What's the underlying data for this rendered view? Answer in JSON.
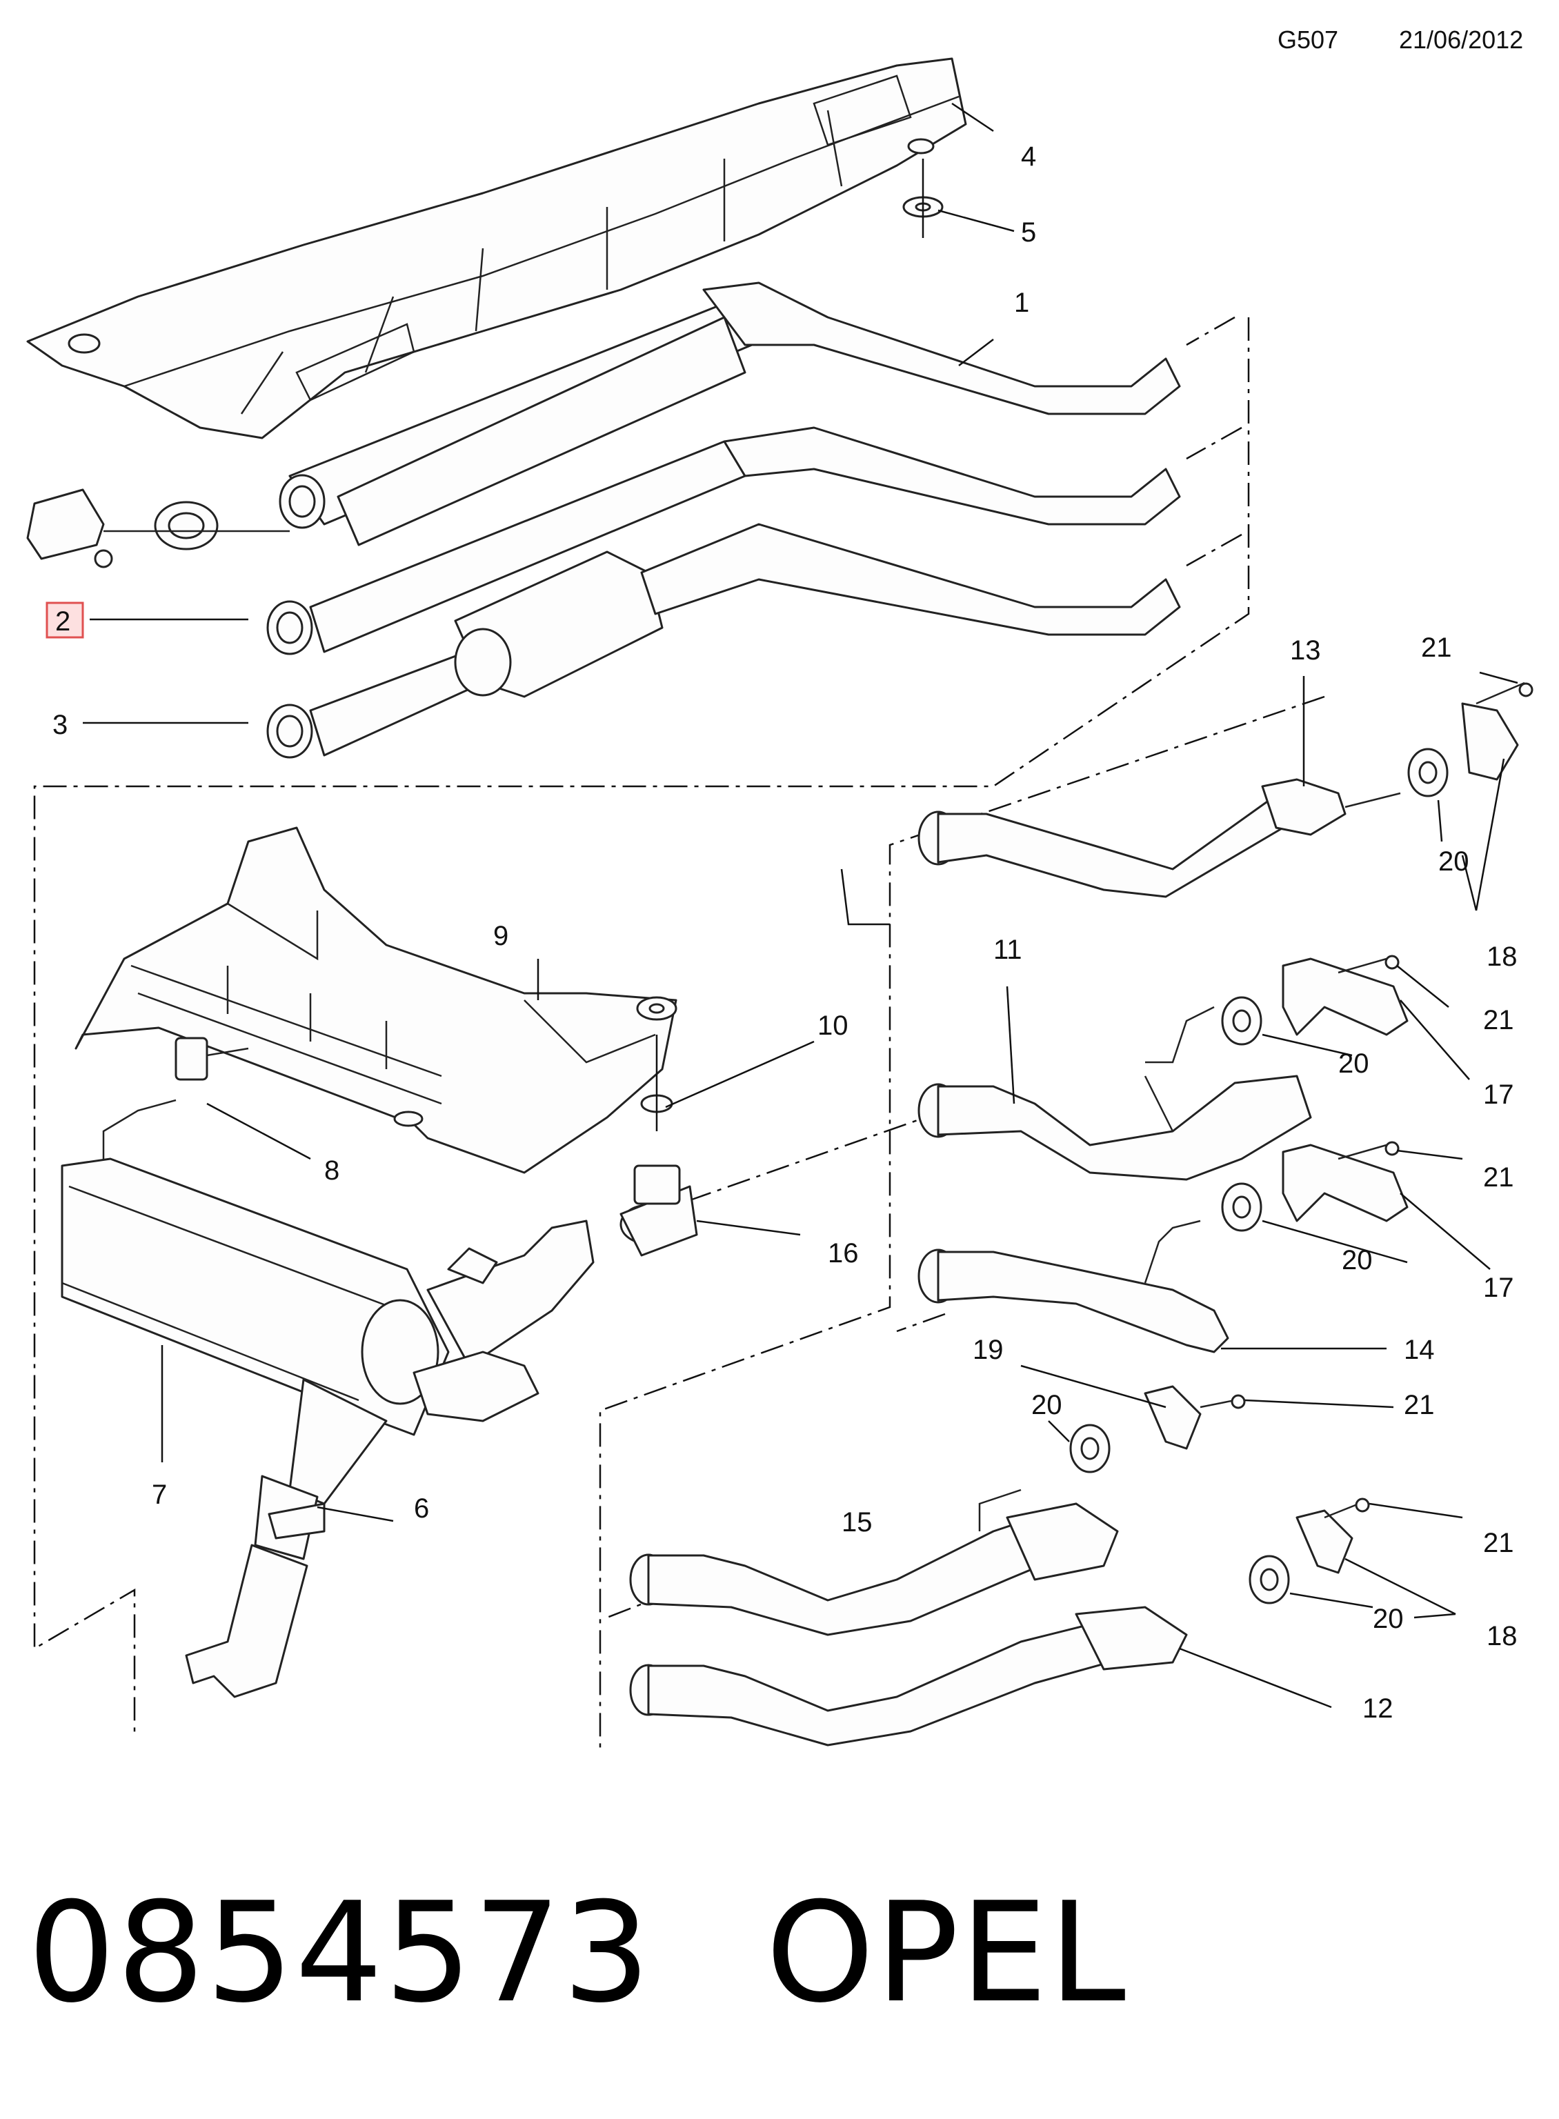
{
  "header": {
    "code": "G507",
    "date": "21/06/2012"
  },
  "callouts": [
    {
      "id": "c1",
      "label": "1"
    },
    {
      "id": "c2",
      "label": "2",
      "highlighted": true,
      "highlight_color": "#e05050"
    },
    {
      "id": "c3",
      "label": "3"
    },
    {
      "id": "c4",
      "label": "4"
    },
    {
      "id": "c5",
      "label": "5"
    },
    {
      "id": "c6",
      "label": "6"
    },
    {
      "id": "c7",
      "label": "7"
    },
    {
      "id": "c8",
      "label": "8"
    },
    {
      "id": "c9",
      "label": "9"
    },
    {
      "id": "c10",
      "label": "10"
    },
    {
      "id": "c11",
      "label": "11"
    },
    {
      "id": "c12",
      "label": "12"
    },
    {
      "id": "c13",
      "label": "13"
    },
    {
      "id": "c14",
      "label": "14"
    },
    {
      "id": "c15",
      "label": "15"
    },
    {
      "id": "c16",
      "label": "16"
    },
    {
      "id": "c17a",
      "label": "17"
    },
    {
      "id": "c17b",
      "label": "17"
    },
    {
      "id": "c18a",
      "label": "18"
    },
    {
      "id": "c18b",
      "label": "18"
    },
    {
      "id": "c19",
      "label": "19"
    },
    {
      "id": "c20a",
      "label": "20"
    },
    {
      "id": "c20b",
      "label": "20"
    },
    {
      "id": "c20c",
      "label": "20"
    },
    {
      "id": "c20d",
      "label": "20"
    },
    {
      "id": "c20e",
      "label": "20"
    },
    {
      "id": "c21a",
      "label": "21"
    },
    {
      "id": "c21b",
      "label": "21"
    },
    {
      "id": "c21c",
      "label": "21"
    },
    {
      "id": "c21d",
      "label": "21"
    },
    {
      "id": "c21e",
      "label": "21"
    }
  ],
  "footer": {
    "part_number": "0854573",
    "brand": "OPEL"
  }
}
